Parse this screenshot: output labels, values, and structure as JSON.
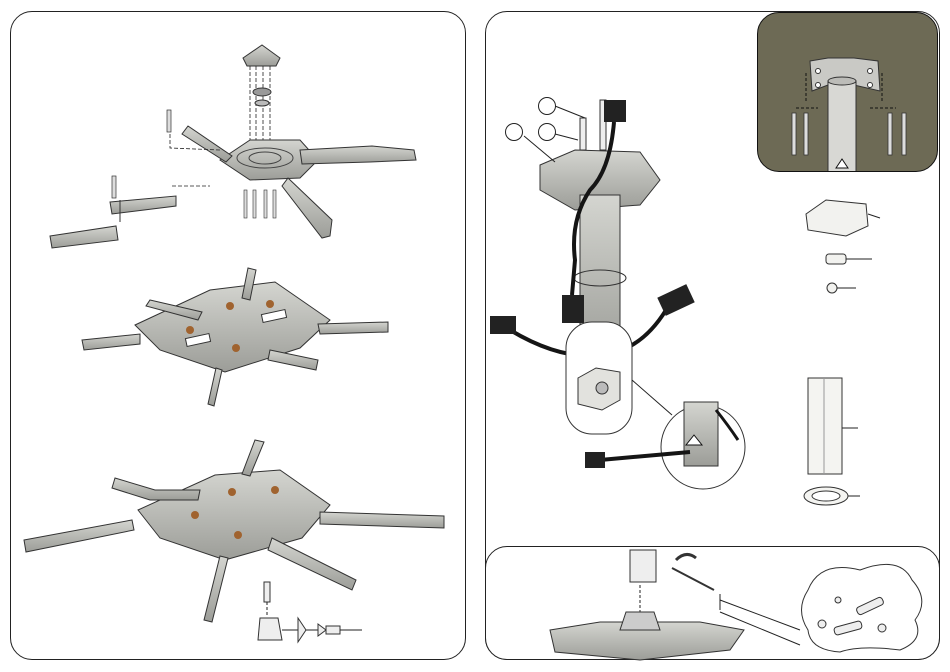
{
  "document": {
    "type": "assembly-instructions",
    "panels": [
      {
        "id": "left",
        "steps": [
          "exploded-plate-assembly",
          "plate-with-short-arms",
          "plate-with-extended-arms",
          "arm-hardware-detail"
        ]
      },
      {
        "id": "right",
        "steps": [
          "pole-and-cable-routing",
          "cable-exit-detail",
          "ceiling-bracket-detail"
        ]
      },
      {
        "id": "bottom",
        "steps": [
          "adapter-to-plate-connection",
          "hardware-cluster"
        ]
      }
    ],
    "callouts": [
      {
        "id": "callout-1",
        "label": ""
      },
      {
        "id": "callout-2",
        "label": ""
      },
      {
        "id": "callout-3",
        "label": ""
      }
    ],
    "colors": {
      "part_gray": "#b9bab5",
      "part_dark": "#8a8b86",
      "outline": "#333333",
      "inset_background": "#6d6a55",
      "cable": "#151515",
      "hole_brown": "#a0632f"
    }
  }
}
